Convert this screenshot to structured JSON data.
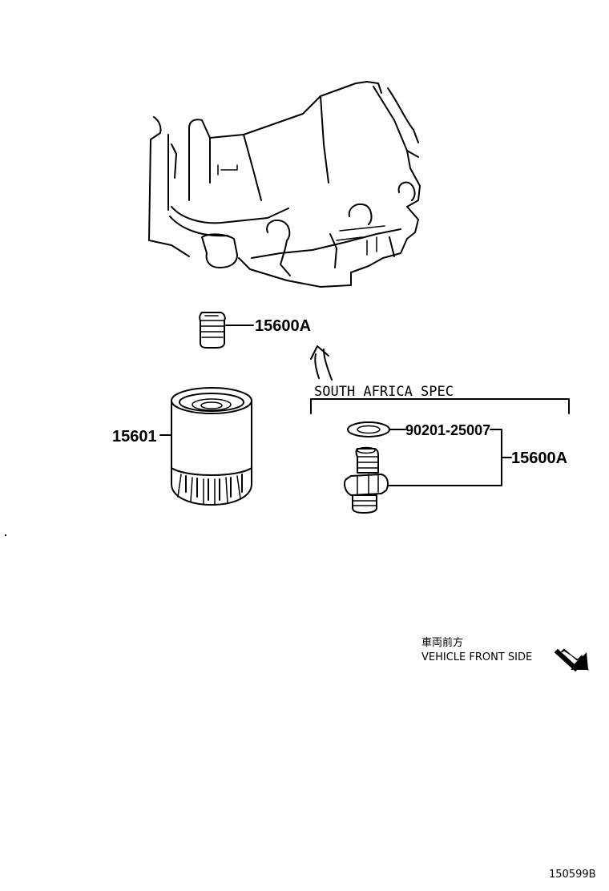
{
  "parts": {
    "plug_label_top": "15600A",
    "filter_label": "15601",
    "gasket_label": "90201-25007",
    "plug_label_spec": "15600A"
  },
  "spec_group": {
    "title": "SOUTH AFRICA SPEC"
  },
  "orientation": {
    "jp_text": "車両前方",
    "en_text": "VEHICLE FRONT SIDE"
  },
  "figure_id": "150599B"
}
